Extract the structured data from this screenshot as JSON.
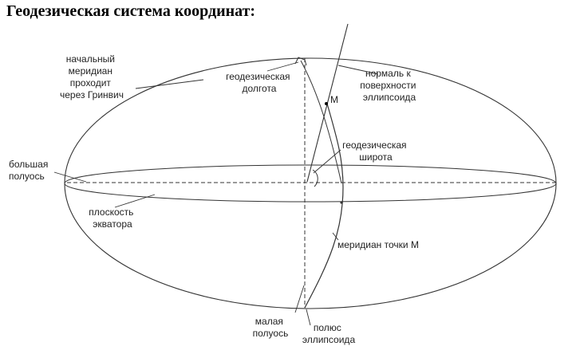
{
  "title": "Геодезическая система координат:",
  "labels": {
    "initial_meridian": [
      "начальный",
      "меридиан",
      "проходит",
      "через Гринвич"
    ],
    "geodetic_longitude": [
      "геодезическая",
      "долгота"
    ],
    "normal": [
      "нормаль к",
      "поверхности",
      "эллипсоида"
    ],
    "point": "M",
    "geodetic_latitude": [
      "геодезическая",
      "широта"
    ],
    "semi_major_axis": [
      "большая",
      "полуось"
    ],
    "equator_plane": [
      "плоскость",
      "экватора"
    ],
    "meridian_of_point": "меридиан точки М",
    "semi_minor_axis": [
      "малая",
      "полуось"
    ],
    "ellipsoid_pole": [
      "полюс",
      "эллипсоида"
    ]
  },
  "colors": {
    "line": "#333333",
    "text": "#222222"
  }
}
